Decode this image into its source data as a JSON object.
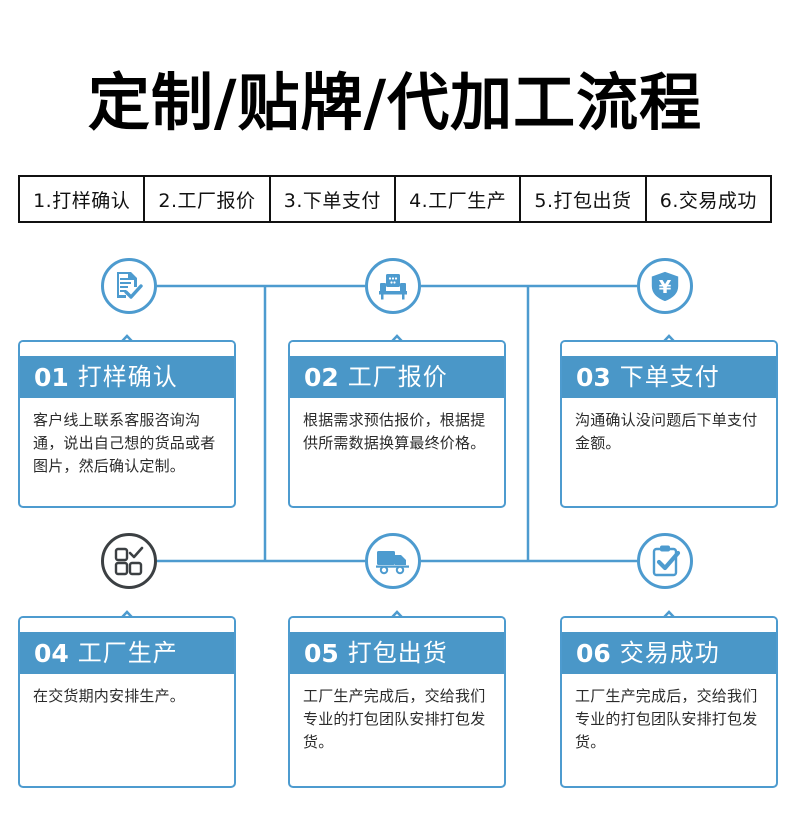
{
  "page": {
    "title": "定制/贴牌/代加工流程",
    "accent_color": "#4d9bcf",
    "header_color": "#4a97c8",
    "dark_outline_color": "#3c4043",
    "text_color": "#2b2b2b"
  },
  "stepbar": {
    "steps": [
      {
        "label": "1.打样确认"
      },
      {
        "label": "2.工厂报价"
      },
      {
        "label": "3.下单支付"
      },
      {
        "label": "4.工厂生产"
      },
      {
        "label": "5.打包出货"
      },
      {
        "label": "6.交易成功"
      }
    ]
  },
  "icons": [
    {
      "name": "document-check-icon",
      "style": "blue"
    },
    {
      "name": "factory-building-icon",
      "style": "blue"
    },
    {
      "name": "shield-yuan-icon",
      "style": "blue",
      "glyph": "¥"
    },
    {
      "name": "squares-check-icon",
      "style": "dark"
    },
    {
      "name": "delivery-truck-icon",
      "style": "blue"
    },
    {
      "name": "clipboard-check-icon",
      "style": "blue"
    }
  ],
  "cards": [
    {
      "num": "01",
      "name": "打样确认",
      "body": "客户线上联系客服咨询沟通，说出自己想的货品或者图片，然后确认定制。"
    },
    {
      "num": "02",
      "name": "工厂报价",
      "body": "根据需求预估报价，根据提供所需数据换算最终价格。"
    },
    {
      "num": "03",
      "name": "下单支付",
      "body": "沟通确认没问题后下单支付金额。"
    },
    {
      "num": "04",
      "name": "工厂生产",
      "body": "在交货期内安排生产。"
    },
    {
      "num": "05",
      "name": "打包出货",
      "body": "工厂生产完成后，交给我们专业的打包团队安排打包发货。"
    },
    {
      "num": "06",
      "name": "交易成功",
      "body": "工厂生产完成后，交给我们专业的打包团队安排打包发货。"
    }
  ]
}
